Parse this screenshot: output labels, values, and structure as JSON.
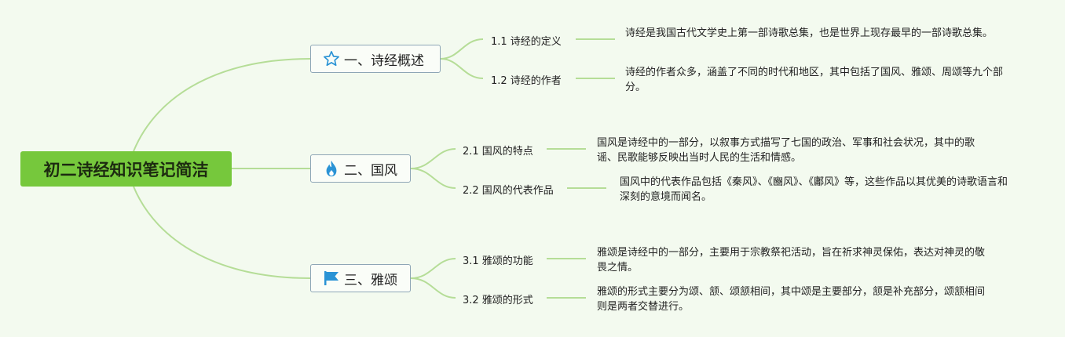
{
  "root": {
    "title": "初二诗经知识笔记简洁"
  },
  "branches": [
    {
      "label": "一、诗经概述",
      "icon": "star-icon",
      "children": [
        {
          "label": "1.1 诗经的定义",
          "text": "诗经是我国古代文学史上第一部诗歌总集，也是世界上现存最早的一部诗歌总集。"
        },
        {
          "label": "1.2 诗经的作者",
          "text": "诗经的作者众多，涵盖了不同的时代和地区，其中包括了国风、雅颂、周颂等九个部分。"
        }
      ]
    },
    {
      "label": "二、国风",
      "icon": "fire-icon",
      "children": [
        {
          "label": "2.1 国风的特点",
          "text": "国风是诗经中的一部分，以叙事方式描写了七国的政治、军事和社会状况，其中的歌谣、民歌能够反映出当时人民的生活和情感。"
        },
        {
          "label": "2.2 国风的代表作品",
          "text": "国风中的代表作品包括《秦风》、《豳风》、《鄘风》等，这些作品以其优美的诗歌语言和深刻的意境而闻名。"
        }
      ]
    },
    {
      "label": "三、雅颂",
      "icon": "flag-icon",
      "children": [
        {
          "label": "3.1 雅颂的功能",
          "text": "雅颂是诗经中的一部分，主要用于宗教祭祀活动，旨在祈求神灵保佑，表达对神灵的敬畏之情。"
        },
        {
          "label": "3.2 雅颂的形式",
          "text": "雅颂的形式主要分为颂、颔、颂颔相间，其中颂是主要部分，颔是补充部分，颂颔相间则是两者交替进行。"
        }
      ]
    }
  ],
  "colors": {
    "root": "#76c83c",
    "line": "#b5dd97",
    "border": "#8ea6b6",
    "background": "#f3faef",
    "icon_blue": "#2a93d5"
  }
}
